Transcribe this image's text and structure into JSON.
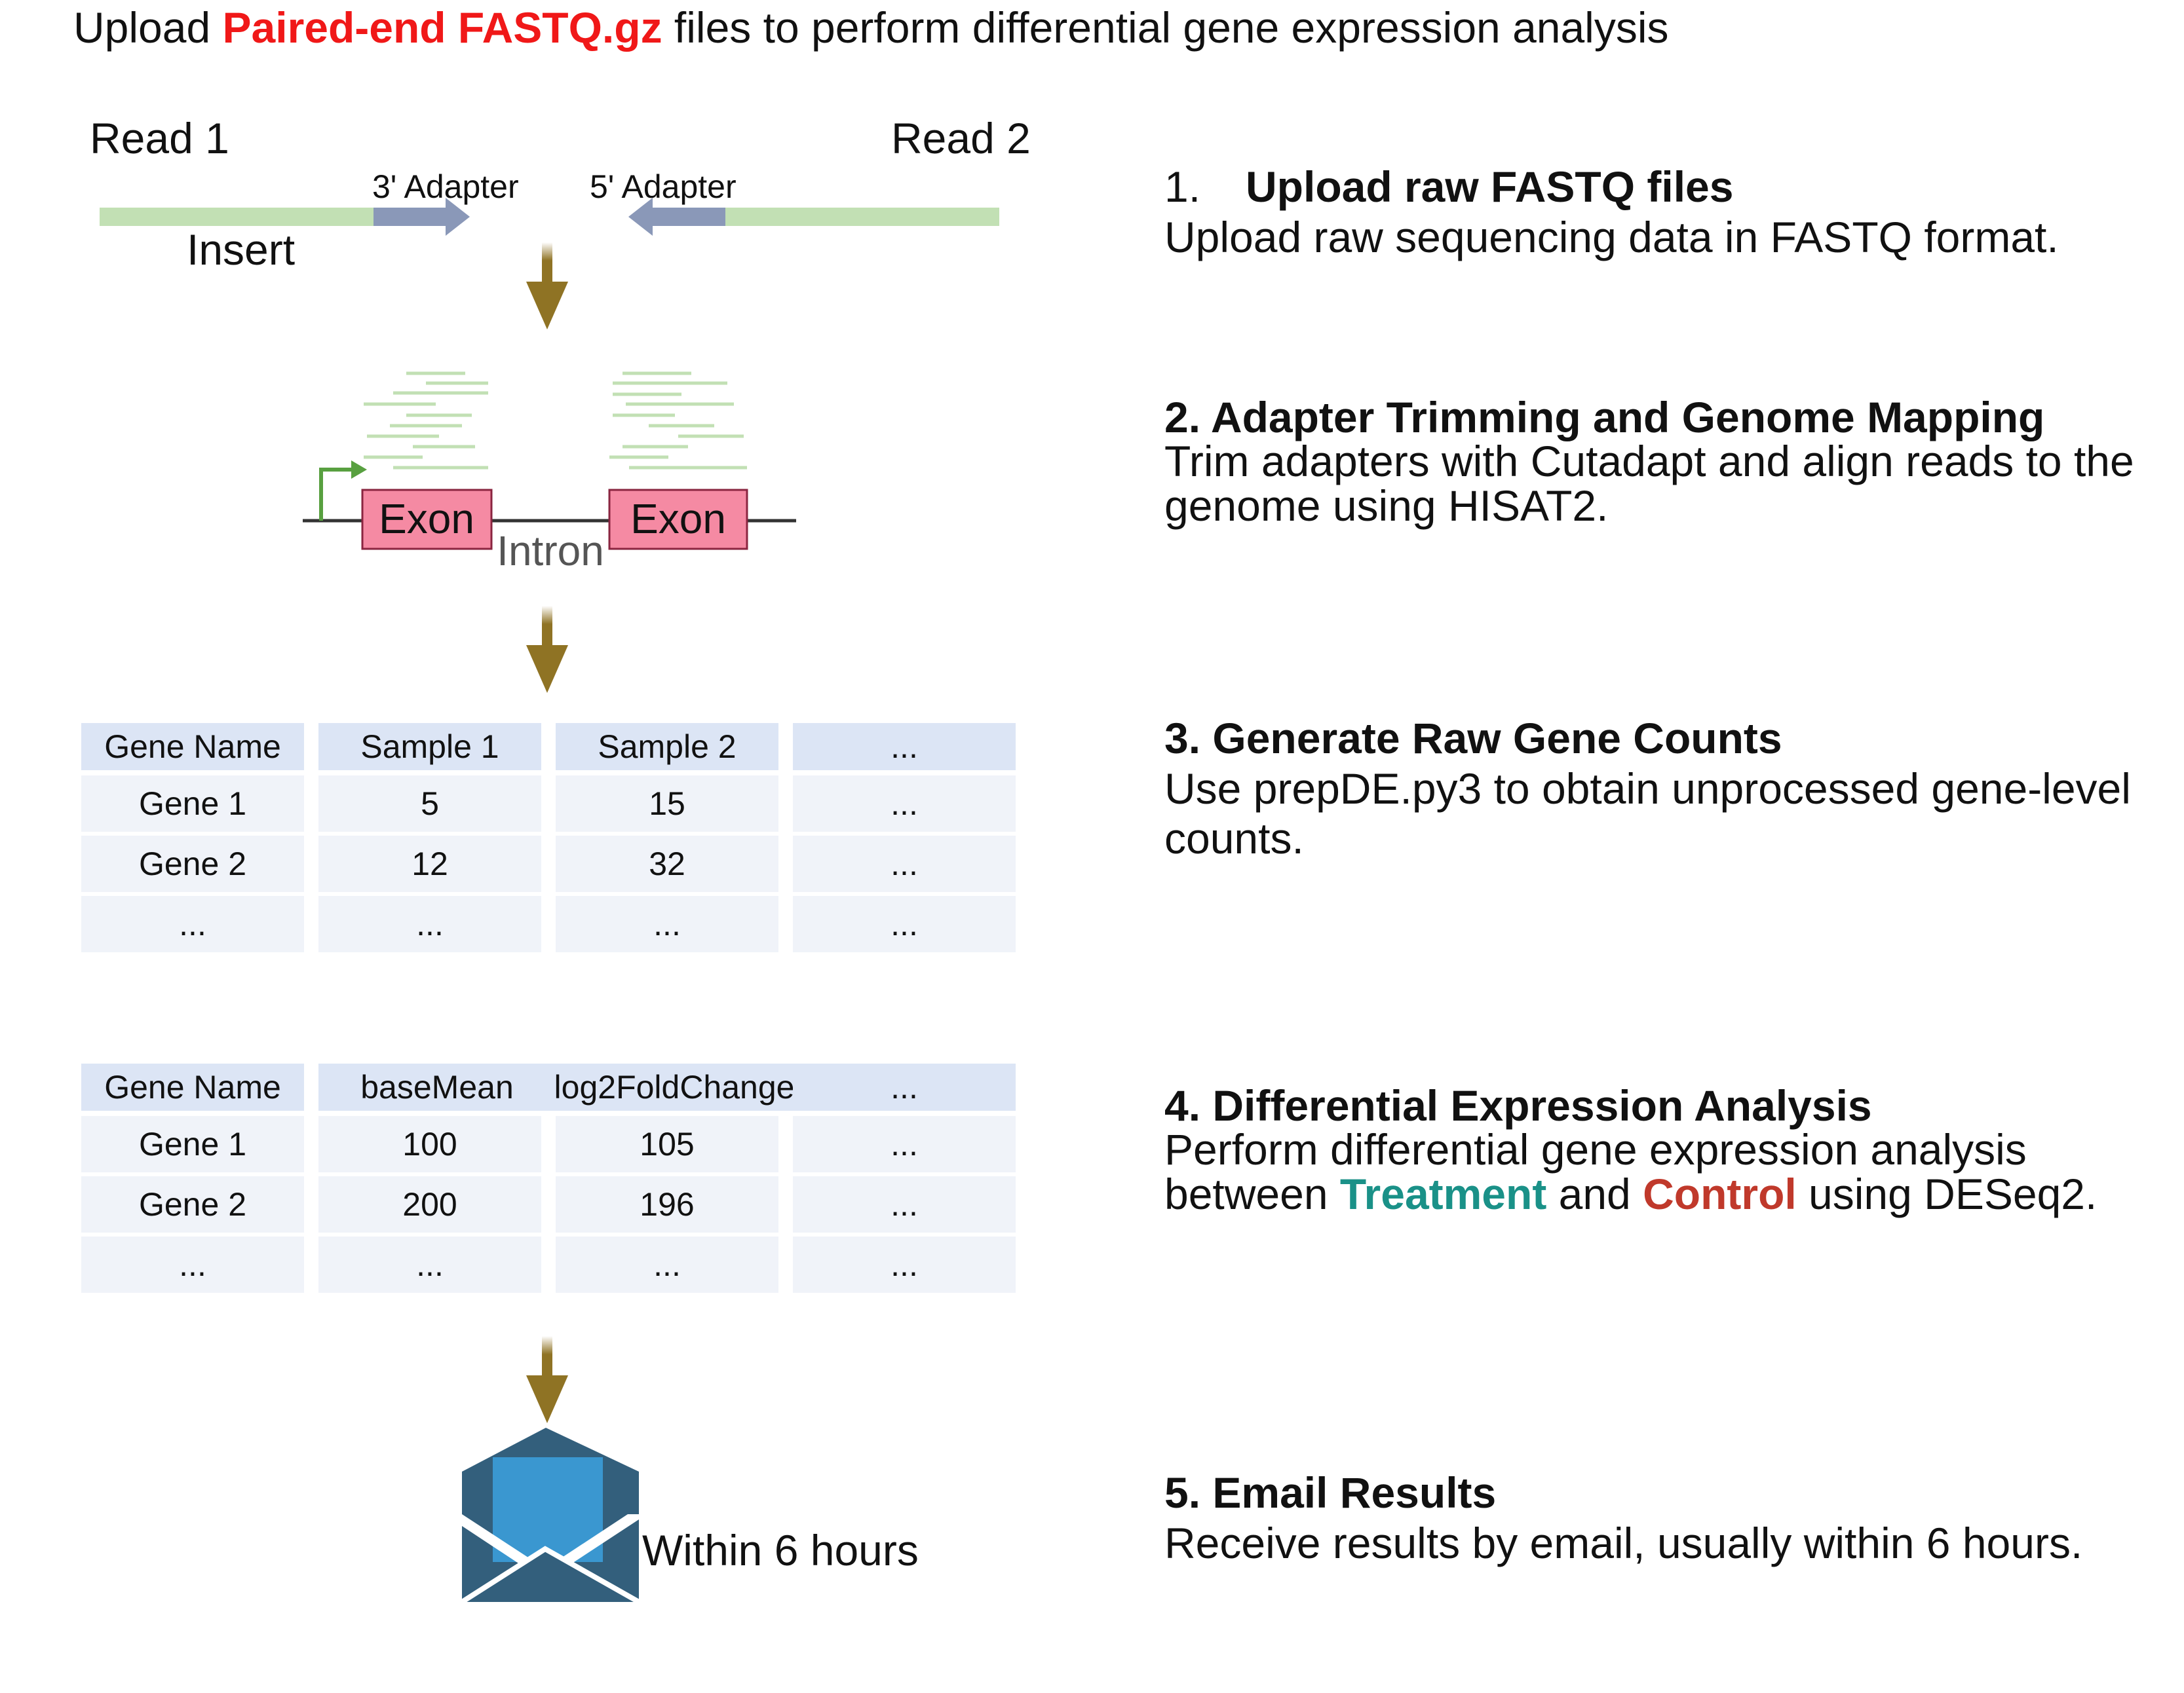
{
  "title": {
    "prefix": "Upload ",
    "highlight": "Paired-end FASTQ.gz",
    "suffix": " files to perform differential gene expression analysis"
  },
  "reads": {
    "read1": "Read 1",
    "read2": "Read 2",
    "adapter3": "3' Adapter",
    "adapter5": "5' Adapter",
    "insert": "Insert"
  },
  "gene_model": {
    "exon1": "Exon",
    "exon2": "Exon",
    "intron": "Intron"
  },
  "counts_table": {
    "headers": [
      "Gene Name",
      "Sample 1",
      "Sample 2",
      "..."
    ],
    "rows": [
      [
        "Gene 1",
        "5",
        "15",
        "..."
      ],
      [
        "Gene 2",
        "12",
        "32",
        "..."
      ],
      [
        "...",
        "...",
        "...",
        "..."
      ]
    ]
  },
  "deseq_table": {
    "headers": [
      "Gene Name",
      "baseMean",
      "log2FoldChange",
      "..."
    ],
    "rows": [
      [
        "Gene 1",
        "100",
        "105",
        "..."
      ],
      [
        "Gene 2",
        "200",
        "196",
        "..."
      ],
      [
        "...",
        "...",
        "...",
        "..."
      ]
    ]
  },
  "email_note": "Within 6  hours",
  "steps": [
    {
      "num": "1.",
      "title": "Upload raw FASTQ files",
      "desc": "Upload raw sequencing data in FASTQ format."
    },
    {
      "title": "2. Adapter Trimming and Genome Mapping",
      "desc": "Trim adapters with Cutadapt and align reads to the genome using HISAT2."
    },
    {
      "title": "3. Generate Raw Gene Counts",
      "desc": "Use prepDE.py3 to obtain unprocessed gene-level counts."
    },
    {
      "title": "4. Differential Expression Analysis",
      "desc_line1": "Perform differential gene expression analysis",
      "desc_pre": "between ",
      "treatment": "Treatment",
      "desc_mid": " and ",
      "control": "Control",
      "desc_post": " using DESeq2."
    },
    {
      "title": "5. Email Results",
      "desc": "Receive results by email, usually within 6 hours."
    }
  ],
  "colors": {
    "highlight_red": "#f01818",
    "read_green": "#c2e0b4",
    "adapter_slate": "#8a98b8",
    "flow_arrow": "#8f7324",
    "exon_pink": "#f58aa3",
    "tss_green": "#58a040",
    "table_header": "#dce5f5",
    "table_row": "#f0f3f9",
    "envelope_dark": "#335f7c",
    "envelope_light": "#3a97d0",
    "treatment_teal": "#1a9188",
    "control_red": "#c0392b"
  }
}
